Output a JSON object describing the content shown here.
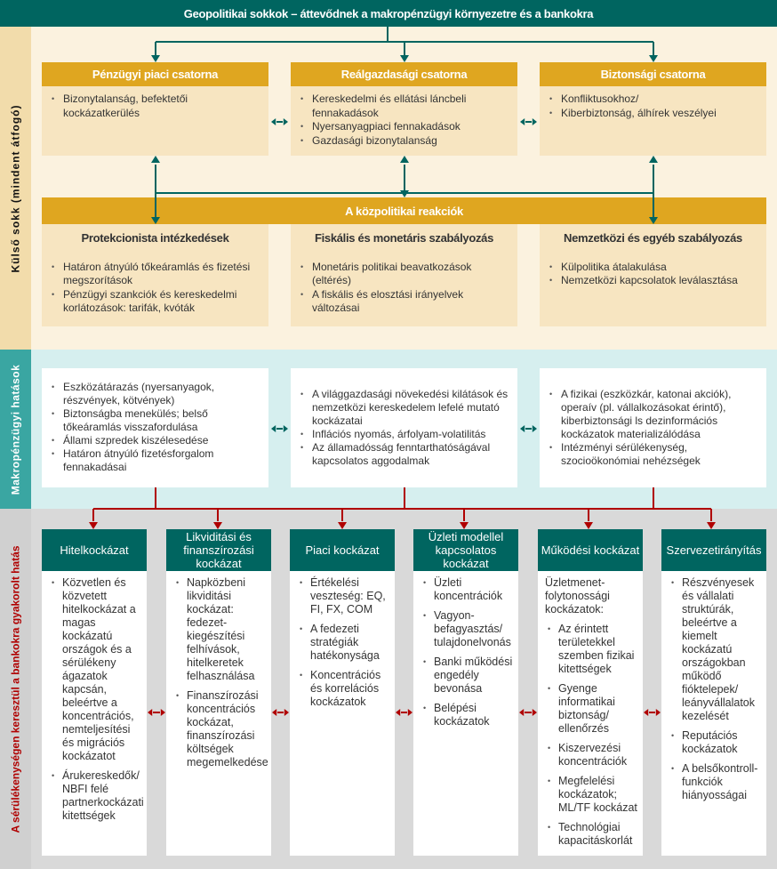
{
  "title": "Geopolitikai sokkok – áttevődnek a makropénzügyi környezetre és a bankokra",
  "sections": {
    "external": "Külső sokk (mindent átfogó)",
    "macro": "Makropénzügyi hatások",
    "vulnerability": "A sérülékenységen keresztül a bankokra gyakorolt hatás"
  },
  "channels": [
    {
      "title": "Pénzügyi piaci csatorna",
      "items": [
        "Bizonytalanság, befektetői kockázatkerülés"
      ]
    },
    {
      "title": "Reálgazdasági csatorna",
      "items": [
        "Kereskedelmi és ellátási láncbeli fennakadások",
        "Nyersanyagpiaci fennakadások",
        "Gazdasági bizonytalanság"
      ]
    },
    {
      "title": "Biztonsági csatorna",
      "items": [
        "Konfliktusokhoz/",
        "Kiberbiztonság, álhírek veszélyei"
      ]
    }
  ],
  "policy": {
    "title": "A közpolitikai reakciók",
    "columns": [
      {
        "title": "Protekcionista intézkedések",
        "items": [
          "Határon átnyúló tőkeáramlás és fizetési megszorítások",
          "Pénzügyi szankciók és kereskedelmi korlátozások: tarifák, kvóták"
        ]
      },
      {
        "title": "Fiskális és monetáris szabályozás",
        "items": [
          "Monetáris politikai beavatkozások (eltérés)",
          "A fiskális és elosztási irányelvek változásai"
        ]
      },
      {
        "title": "Nemzetközi és egyéb szabályozás",
        "items": [
          "Külpolitika átalakulása",
          "Nemzetközi kapcsolatok leválasztása"
        ]
      }
    ]
  },
  "macro": [
    {
      "items": [
        "Eszközátárazás (nyersanyagok, részvények, kötvények)",
        "Biztonságba menekülés; belső tőkeáramlás visszafordulása",
        "Állami szpredek kiszélesedése",
        "Határon átnyúló fizetésforgalom fennakadásai"
      ]
    },
    {
      "items": [
        "A világgazdasági növekedési kilátások és nemzetközi kereskedelem lefelé mutató kockázatai",
        "Inflációs nyomás, árfolyam-volatilitás",
        "Az államadósság fenntarthatóságával kapcsolatos aggodalmak"
      ]
    },
    {
      "items": [
        "A fizikai (eszközkár, katonai akciók), operaív (pl. vállalkozásokat érintő), kiberbiztonsági ls dezinformációs kockázatok materializálódása",
        "Intézményi sérülékenység, szocioökonómiai nehézségek"
      ]
    }
  ],
  "risks": [
    {
      "title": "Hitelkockázat",
      "items": [
        "Közvetlen és közvetett hitelkockázat a magas kockázatú országok és a sérülékeny ágazatok kapcsán, beleértve a koncentrációs, nemteljesítési és migrációs kockázatot",
        "Árukereskedők/ NBFI felé partnerkockázati kitettségek"
      ]
    },
    {
      "title": "Likviditási és finanszírozási kockázat",
      "items": [
        "Napközbeni likviditási kockázat: fedezet-kiegészítési felhívások, hitelkeretek felhasználása",
        "Finanszírozási koncentrációs kockázat, finanszírozási költségek megemelkedése"
      ]
    },
    {
      "title": "Piaci kockázat",
      "items": [
        "Értékelési veszteség: EQ, FI, FX, COM",
        "A fedezeti stratégiák hatékonysága",
        "Koncentrációs és korrelációs kockázatok"
      ]
    },
    {
      "title": "Üzleti modellel kapcsolatos kockázat",
      "items": [
        "Üzleti koncentrációk",
        "Vagyon-befagyasztás/ tulajdonelvonás",
        "Banki működési engedély bevonása",
        "Belépési kockázatok"
      ]
    },
    {
      "title": "Működési kockázat",
      "intro": "Üzletmenet-folytonossági kockázatok:",
      "items": [
        "Az érintett területekkel szemben fizikai kitettségek",
        "Gyenge informatikai biztonság/ ellenőrzés",
        "Kiszervezési koncentrációk",
        "Megfelelési kockázatok; ML/TF kockázat",
        "Technológiai kapacitáskorlát"
      ]
    },
    {
      "title": "Szervezetirányítás",
      "items": [
        "Részvényesek és vállalati struktúrák, beleértve a kiemelt kockázatú országokban működő fióktelepek/ leányvállalatok kezelését",
        "Reputációs kockázatok",
        "A belsőkontroll-funkciók hiányosságai"
      ]
    }
  ],
  "colors": {
    "teal": "#006560",
    "gold": "#dfa620",
    "red": "#b00000"
  }
}
